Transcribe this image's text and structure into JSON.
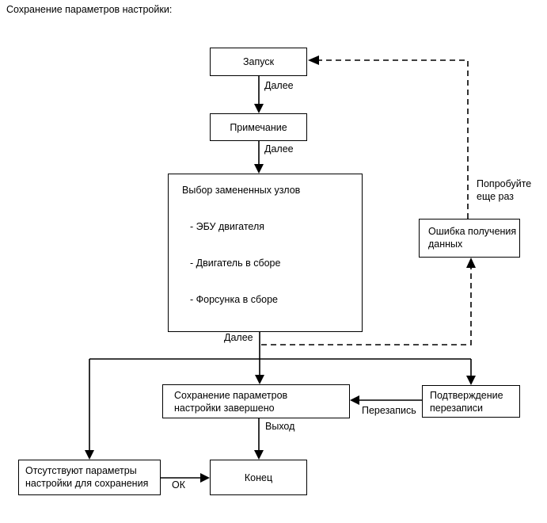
{
  "caption": "Сохранение параметров настройки:",
  "nodes": {
    "start": {
      "label": "Запуск"
    },
    "note": {
      "label": "Примечание"
    },
    "selection": {
      "title": "Выбор замененных узлов",
      "options": [
        "- ЭБУ двигателя",
        "- Двигатель в сборе",
        "- Форсунка в сборе"
      ]
    },
    "data_error": {
      "line1": "Ошибка получения",
      "line2": "данных"
    },
    "overwrite_confirm": {
      "line1": "Подтверждение",
      "line2": "перезаписи"
    },
    "save_complete": {
      "line1": "Сохранение параметров",
      "line2": "настройки завершено"
    },
    "no_params": {
      "line1": "Отсутствуют параметры",
      "line2": "настройки для сохранения"
    },
    "end": {
      "label": "Конец"
    }
  },
  "edges": {
    "start_to_note": "Далее",
    "note_to_selection": "Далее",
    "selection_out": "Далее",
    "retry_line1": "Попробуйте",
    "retry_line2": "еще раз",
    "overwrite": "Перезапись",
    "exit": "Выход",
    "ok": "ОК"
  },
  "colors": {
    "stroke": "#000000",
    "background": "#ffffff",
    "text": "#000000"
  }
}
